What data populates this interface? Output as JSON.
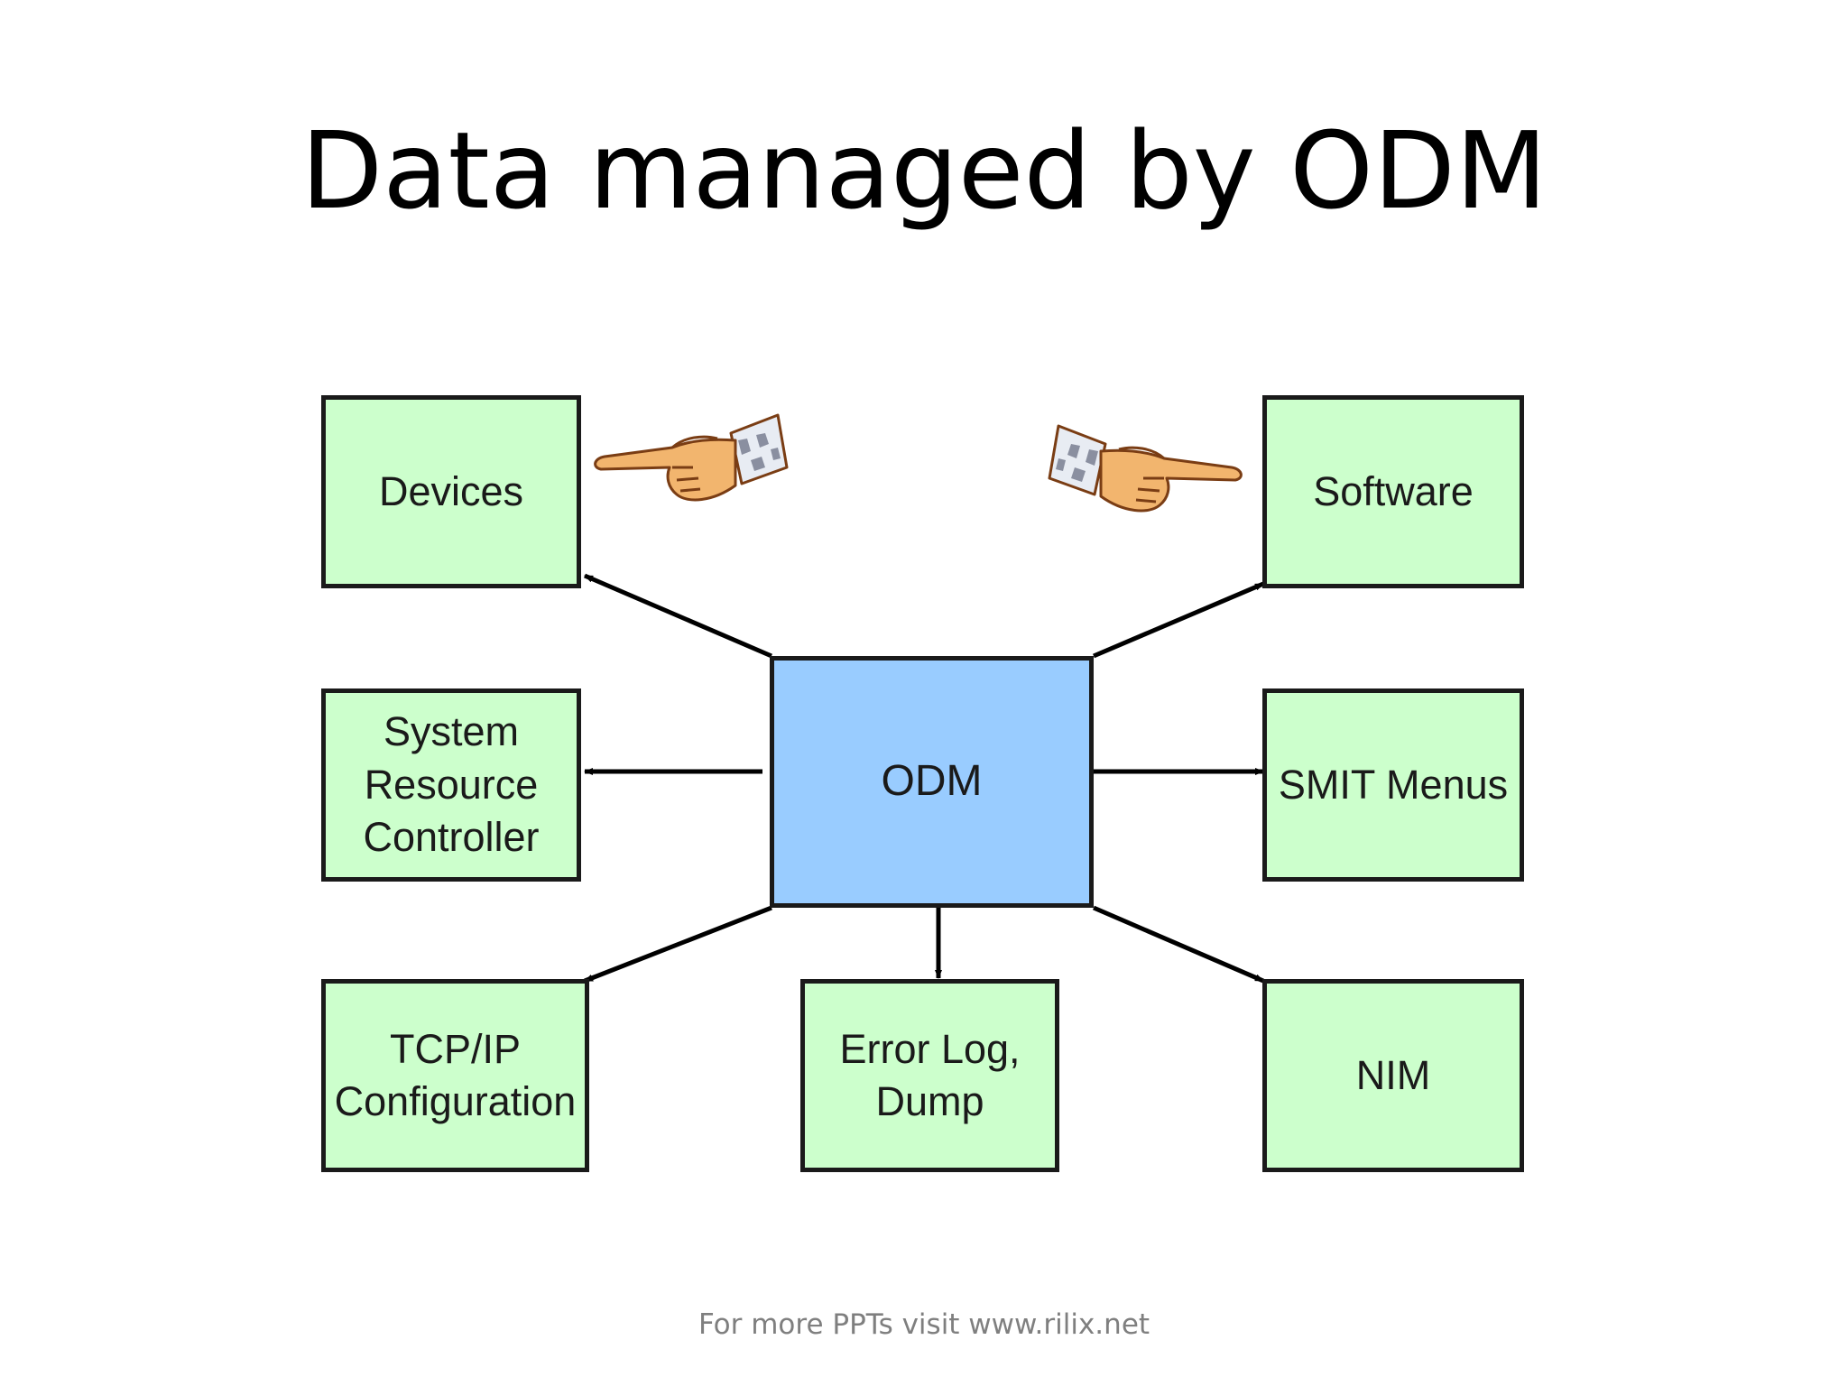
{
  "title": "Data managed by ODM",
  "center": "ODM",
  "boxes": {
    "devices": "Devices",
    "software": "Software",
    "src": "System\nResource\nController",
    "smit": "SMIT Menus",
    "tcpip": "TCP/IP\nConfiguration",
    "errlog": "Error Log,\nDump",
    "nim": "NIM"
  },
  "footer": "For more PPTs visit www.rilix.net",
  "icons": [
    "pointing-hand-right-icon",
    "pointing-hand-left-icon"
  ],
  "colors": {
    "box_fill": "#ccffcc",
    "center_fill": "#99ccff",
    "border": "#1a1a1a"
  }
}
